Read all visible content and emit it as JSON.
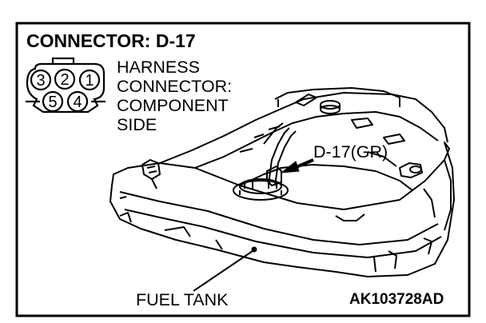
{
  "title": "CONNECTOR: D-17",
  "connector": {
    "pins_top": [
      "3",
      "2",
      "1"
    ],
    "pins_bottom": [
      "5",
      "4"
    ]
  },
  "harness_label": {
    "line1": "HARNESS",
    "line2": "CONNECTOR:",
    "line3": "COMPONENT",
    "line4": "SIDE"
  },
  "callout_label": "D-17(GR)",
  "tank_label": "FUEL TANK",
  "figure_code": "AK103728AD"
}
